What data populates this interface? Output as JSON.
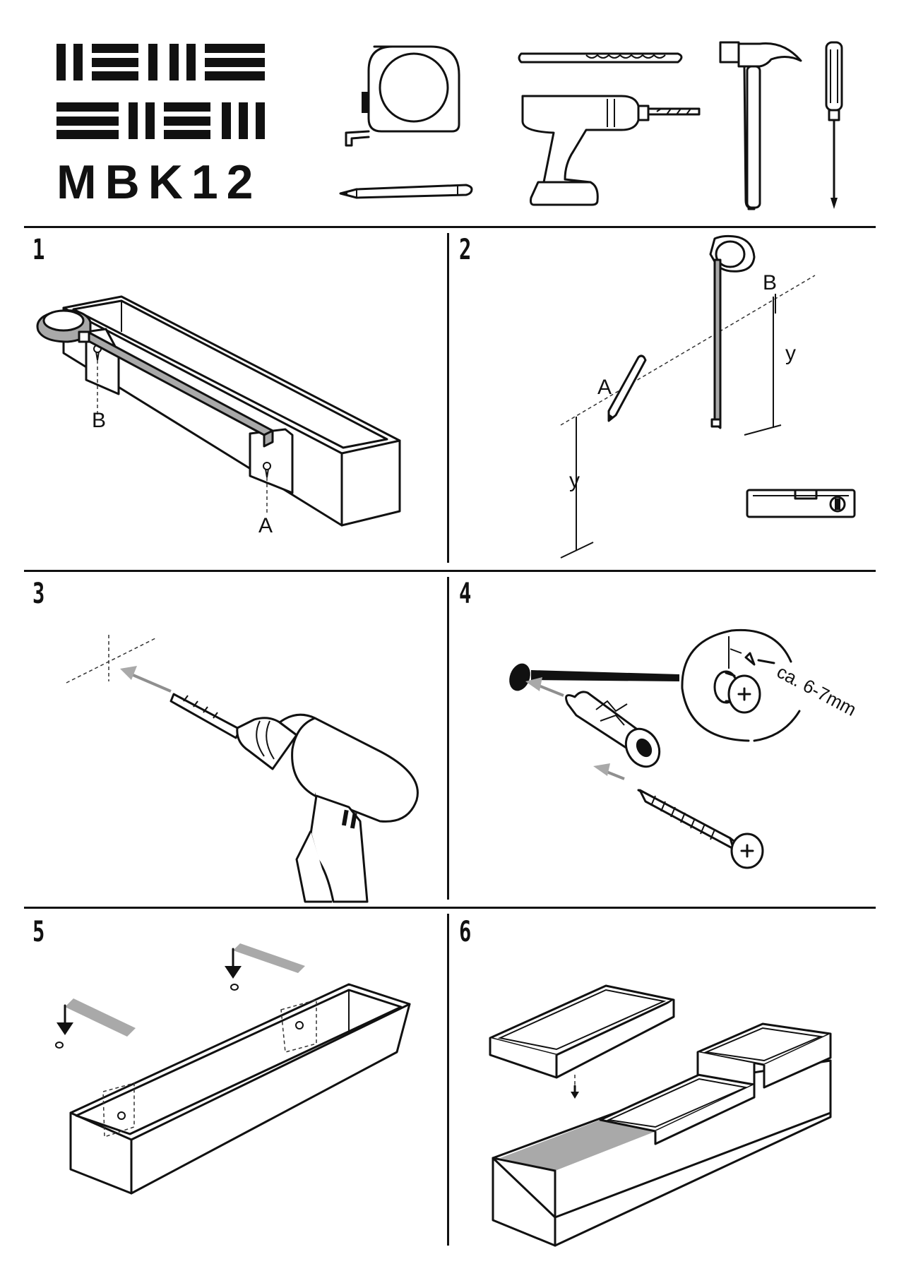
{
  "brand": {
    "logo_text": "MBK12"
  },
  "steps": [
    {
      "number": "1",
      "labels": {
        "a": "A",
        "b": "B"
      }
    },
    {
      "number": "2",
      "labels": {
        "a": "A",
        "b": "B",
        "y1": "y",
        "y2": "y"
      }
    },
    {
      "number": "3"
    },
    {
      "number": "4",
      "labels": {
        "gap": "ca. 6-7mm"
      }
    },
    {
      "number": "5"
    },
    {
      "number": "6"
    }
  ],
  "tools": [
    "measuring-tape",
    "pencil",
    "drill-bit",
    "cordless-drill",
    "hammer",
    "screwdriver",
    "spirit-level",
    "wall-plug",
    "screw"
  ],
  "colors": {
    "ink": "#111111",
    "highlight_gray": "#a9a9a9",
    "paper": "#ffffff"
  }
}
